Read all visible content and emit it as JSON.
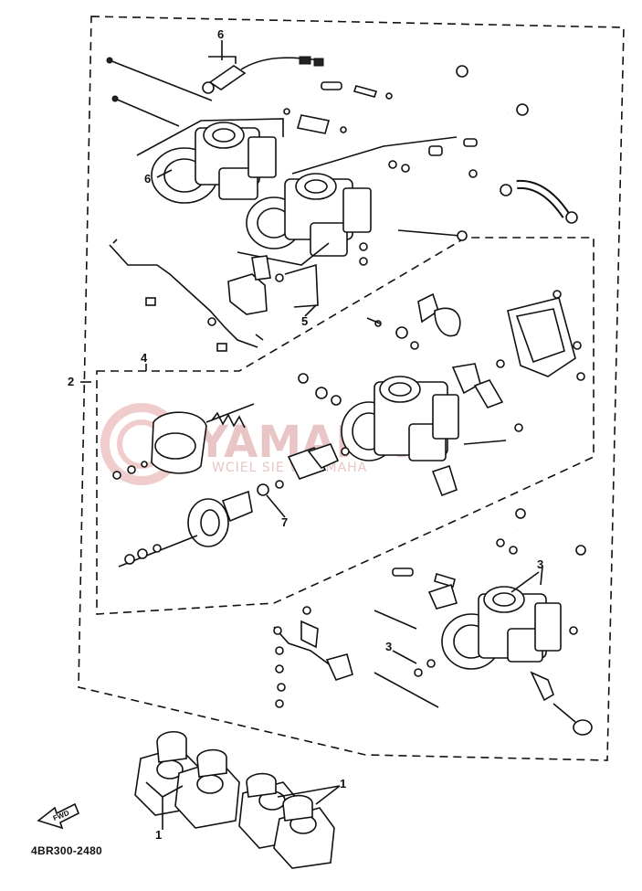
{
  "diagram": {
    "callouts": {
      "c1a": "1",
      "c1b": "1",
      "c2": "2",
      "c3a": "3",
      "c3b": "3",
      "c4": "4",
      "c5": "5",
      "c6a": "6",
      "c6b": "6",
      "c7": "7"
    },
    "fwd_label": "FWD",
    "drawing_code": "4BR300-2480"
  },
  "watermark": {
    "brand": "YAMAHA",
    "tagline": "WCIEL SIE W YAMAHA"
  },
  "colors": {
    "line": "#111111",
    "watermark": "#e9c5c5",
    "background": "#ffffff"
  }
}
